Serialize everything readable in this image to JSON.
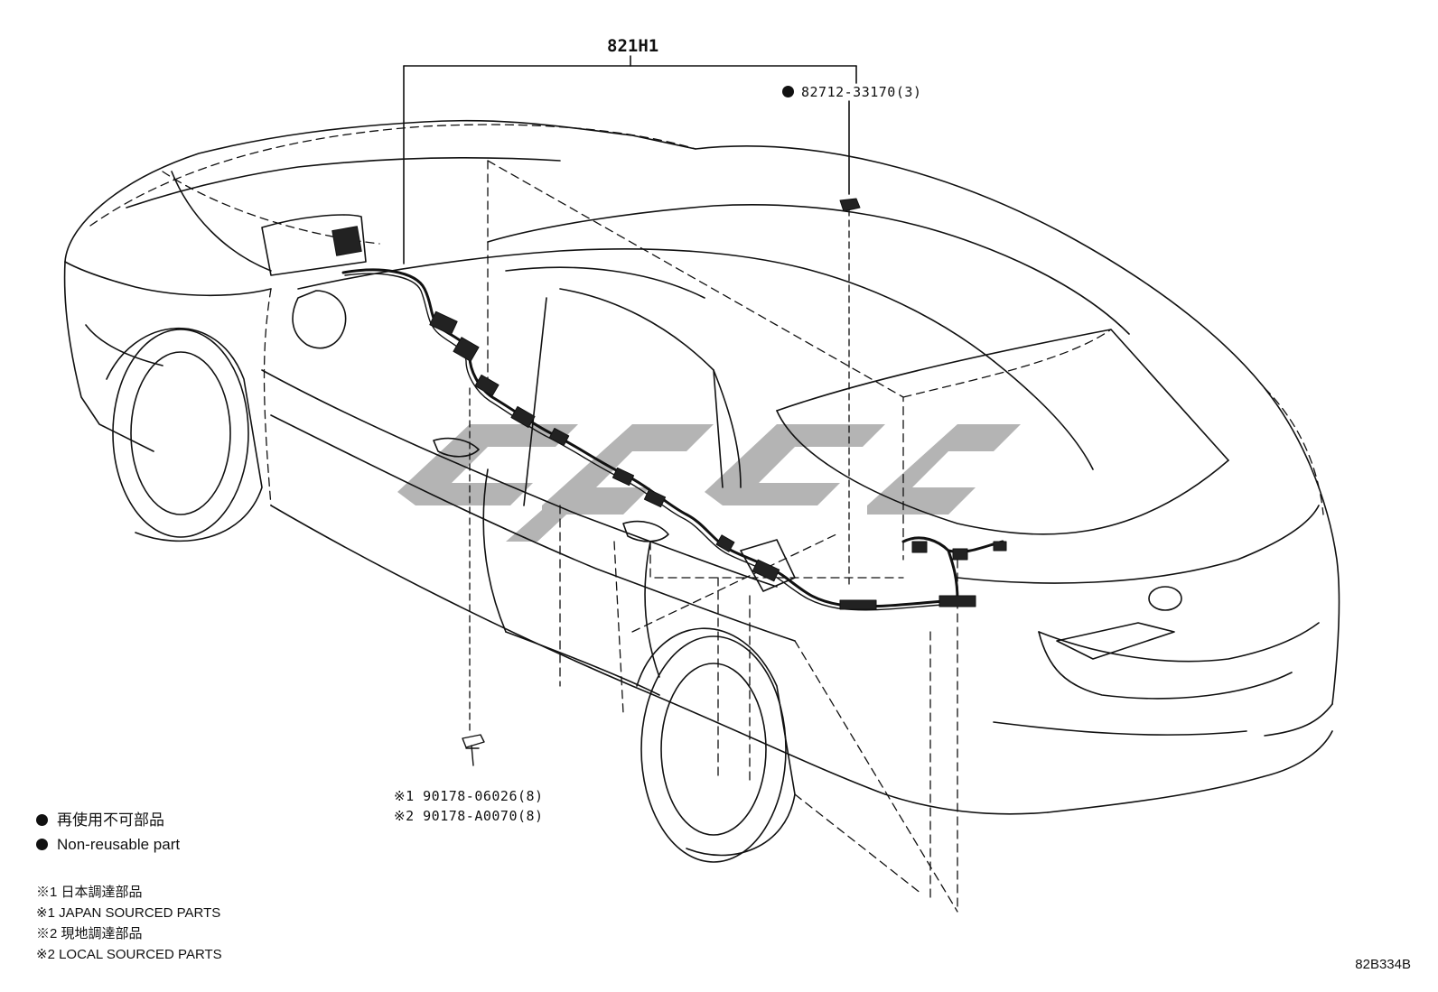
{
  "assembly": {
    "part_number": "821H1"
  },
  "parts": [
    {
      "number": "82712-33170(3)",
      "non_reusable": true
    },
    {
      "lines": [
        "※1 90178-06026(8)",
        "※2 90178-A0070(8)"
      ],
      "non_reusable": false
    }
  ],
  "legend": {
    "non_reusable_jp": "再使用不可部品",
    "non_reusable_en": "Non-reusable part"
  },
  "notes": [
    "※1 日本調達部品",
    "※1 JAPAN SOURCED PARTS",
    "※2 現地調達部品",
    "※2 LOCAL SOURCED PARTS"
  ],
  "illustration_code": "82B334B",
  "colors": {
    "line": "#111111",
    "watermark": "#b4b4b4"
  }
}
